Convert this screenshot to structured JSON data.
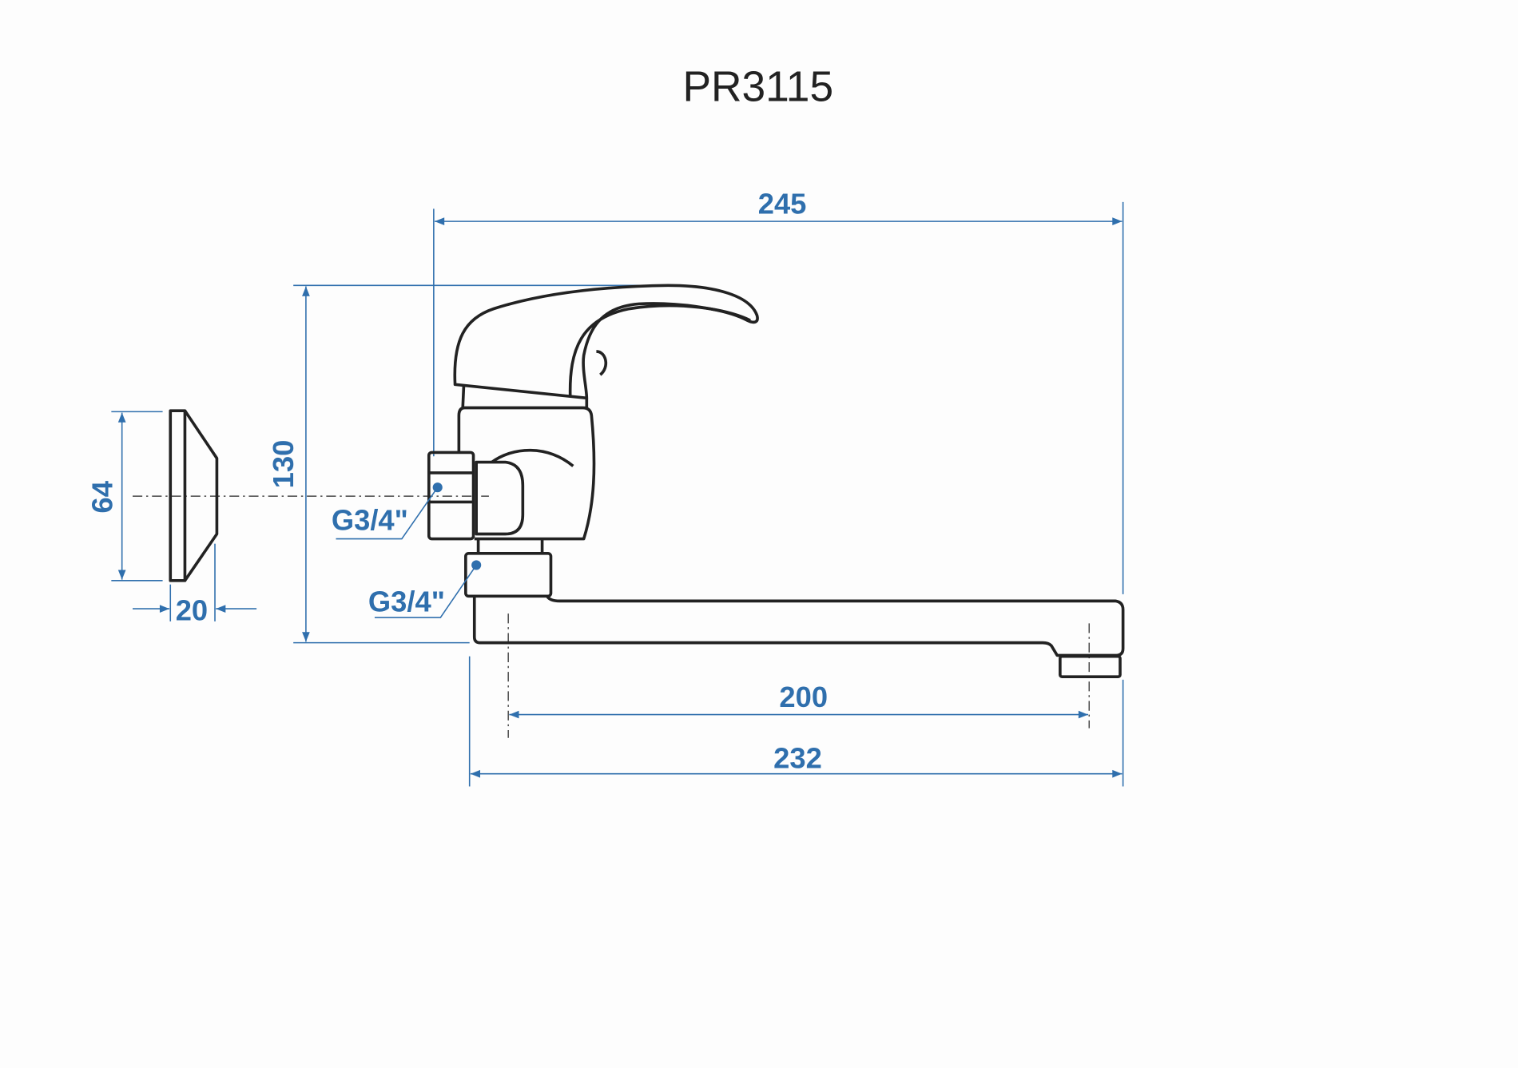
{
  "title": "PR3115",
  "colors": {
    "dimension": "#2f6fad",
    "outline": "#222222",
    "background": "#fdfdfd"
  },
  "dimensions": {
    "overall_width": "245",
    "height": "130",
    "plate_diameter": "64",
    "plate_depth": "20",
    "spout_reach": "200",
    "spout_length": "232"
  },
  "threads": {
    "inlet": "G3/4\"",
    "spout_connection": "G3/4\""
  }
}
